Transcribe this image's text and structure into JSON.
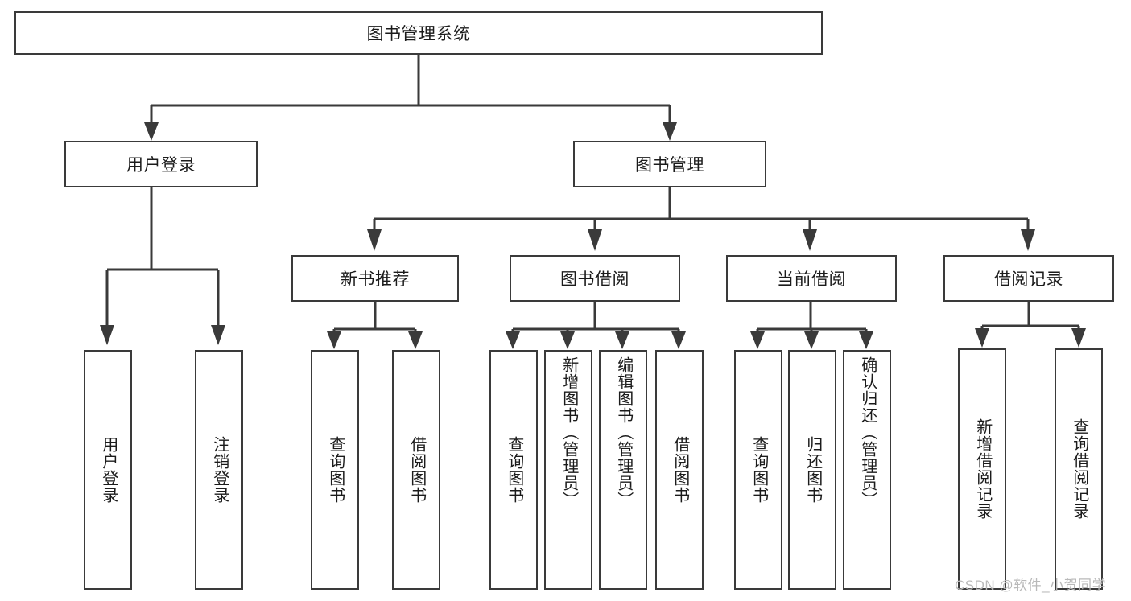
{
  "diagram": {
    "type": "tree-hierarchy",
    "title": "图书管理系统",
    "orientation": "top-down",
    "root": {
      "label": "图书管理系统"
    },
    "level1": [
      {
        "label": "用户登录"
      },
      {
        "label": "图书管理"
      }
    ],
    "level2": [
      {
        "label": "新书推荐"
      },
      {
        "label": "图书借阅"
      },
      {
        "label": "当前借阅"
      },
      {
        "label": "借阅记录"
      }
    ],
    "leaves": {
      "user_login": [
        {
          "label": "用户登录"
        },
        {
          "label": "注销登录"
        }
      ],
      "new_book_recommend": [
        {
          "label": "查询图书"
        },
        {
          "label": "借阅图书"
        }
      ],
      "book_borrow": [
        {
          "label": "查询图书"
        },
        {
          "label": "新增图书（管理员）"
        },
        {
          "label": "编辑图书（管理员）"
        },
        {
          "label": "借阅图书"
        }
      ],
      "current_borrow": [
        {
          "label": "查询图书"
        },
        {
          "label": "归还图书"
        },
        {
          "label": "确认归还（管理员）"
        }
      ],
      "borrow_record": [
        {
          "label": "新增借阅记录"
        },
        {
          "label": "查询借阅记录"
        }
      ]
    }
  },
  "watermark": {
    "text": "CSDN @软件_小贺同学"
  },
  "colors": {
    "box_border": "#3a3a3a",
    "box_fill": "#ffffff",
    "connector": "#3a3a3a",
    "text": "#1b1b1b",
    "watermark": "#b9b9b9",
    "background": "#ffffff"
  }
}
